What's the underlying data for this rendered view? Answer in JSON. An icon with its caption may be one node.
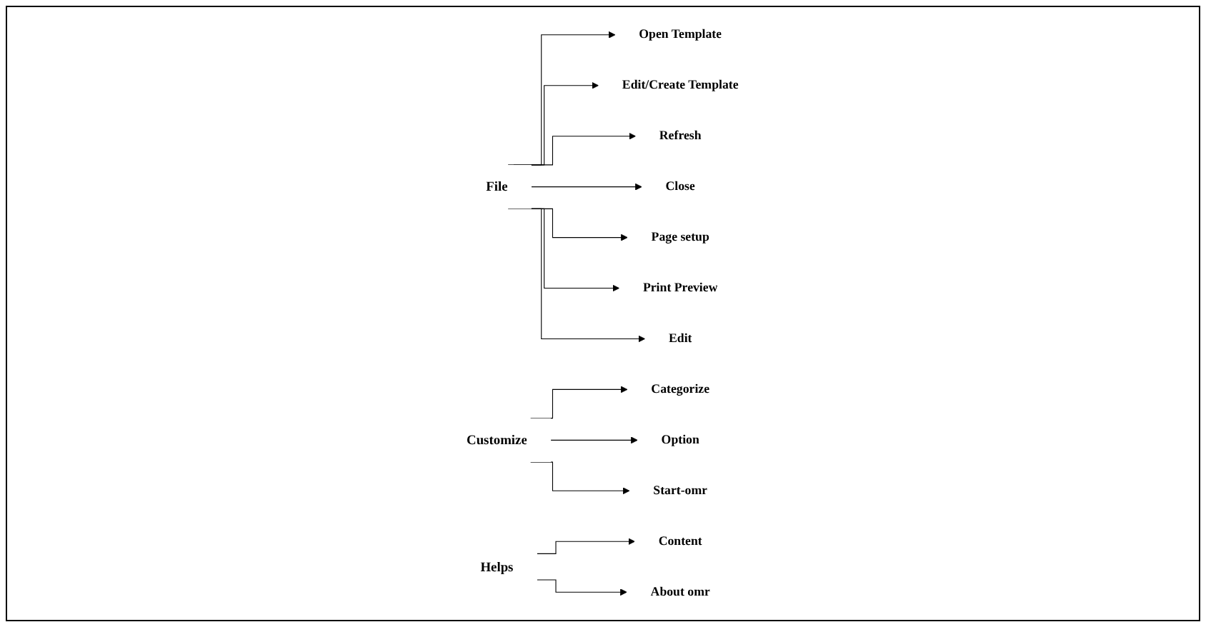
{
  "diagram": {
    "nodes": [
      {
        "text": [
          "File"
        ]
      },
      {
        "text": [
          "Open Template"
        ]
      },
      {
        "text": [
          "Edit/Create Template"
        ]
      },
      {
        "text": [
          "Refresh"
        ]
      },
      {
        "text": [
          "Close"
        ]
      },
      {
        "text": [
          "Page setup"
        ]
      },
      {
        "text": [
          "Print Preview"
        ]
      },
      {
        "text": [
          "Edit"
        ]
      },
      {
        "text": [
          "Customize"
        ]
      },
      {
        "text": [
          "Categorize"
        ]
      },
      {
        "text": [
          "Option"
        ]
      },
      {
        "text": [
          "Start-omr"
        ]
      },
      {
        "text": [
          "Helps"
        ]
      },
      {
        "text": [
          "Content"
        ]
      },
      {
        "text": [
          "About omr"
        ]
      }
    ],
    "edges": [
      {
        "from": 0,
        "to": 1,
        "arrow": "to"
      },
      {
        "from": 0,
        "to": 2,
        "arrow": "to"
      },
      {
        "from": 0,
        "to": 3,
        "arrow": "to"
      },
      {
        "from": 0,
        "to": 4,
        "arrow": "to"
      },
      {
        "from": 0,
        "to": 5,
        "arrow": "to"
      },
      {
        "from": 0,
        "to": 6,
        "arrow": "to"
      },
      {
        "from": 0,
        "to": 7,
        "arrow": "to"
      },
      {
        "from": 8,
        "to": 9,
        "arrow": "to"
      },
      {
        "from": 8,
        "to": 10,
        "arrow": "to"
      },
      {
        "from": 8,
        "to": 11,
        "arrow": "to"
      },
      {
        "from": 12,
        "to": 13,
        "arrow": "to"
      },
      {
        "from": 12,
        "to": 14,
        "arrow": "to"
      }
    ]
  }
}
